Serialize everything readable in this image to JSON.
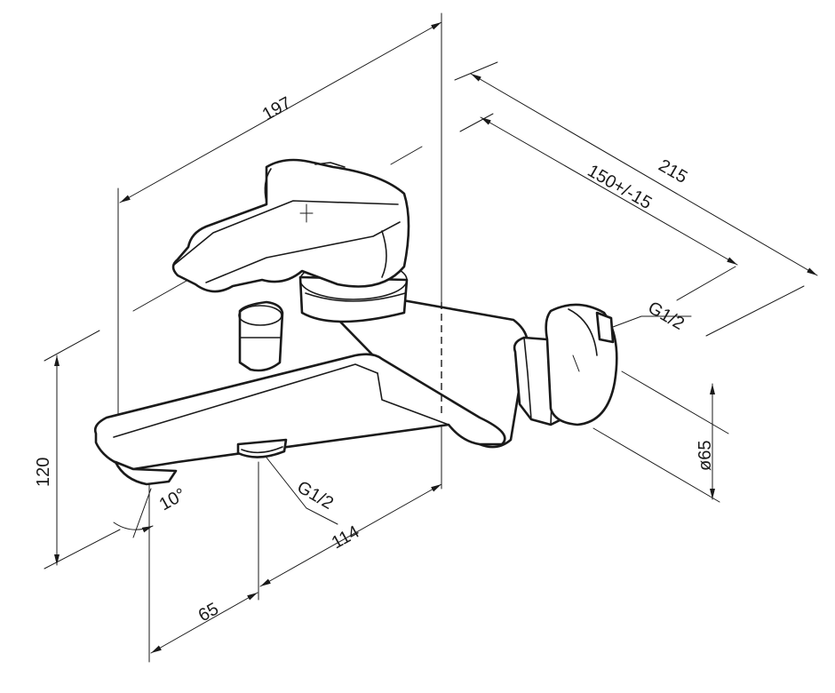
{
  "dimensions": {
    "overall_width": "197",
    "overall_depth": "215",
    "connection_spacing": "150+/-15",
    "thread_wall": "G1/2",
    "thread_outlet": "G1/2",
    "flange_diameter": "ø65",
    "height": "120",
    "spout_tilt": "10°",
    "outlet_to_wall": "114",
    "spout_offset": "65"
  }
}
